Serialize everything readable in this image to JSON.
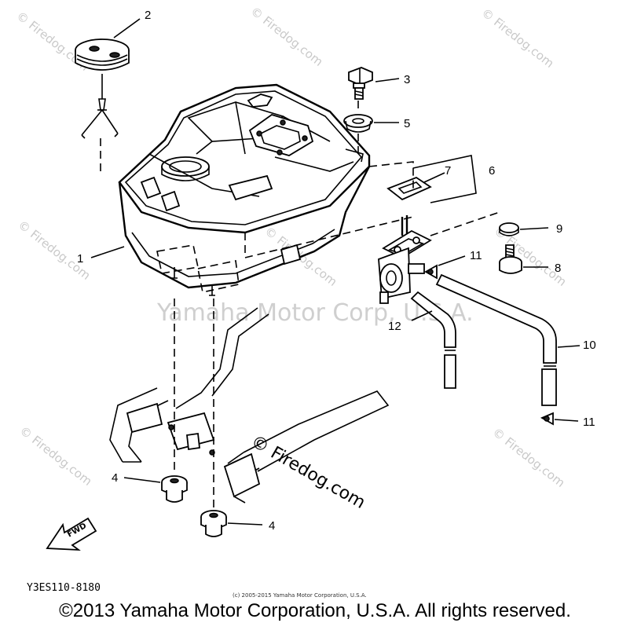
{
  "diagram": {
    "callouts": [
      {
        "id": "c1",
        "text": "1"
      },
      {
        "id": "c2",
        "text": "2"
      },
      {
        "id": "c3",
        "text": "3"
      },
      {
        "id": "c4a",
        "text": "4"
      },
      {
        "id": "c4b",
        "text": "4"
      },
      {
        "id": "c5",
        "text": "5"
      },
      {
        "id": "c6",
        "text": "6"
      },
      {
        "id": "c7",
        "text": "7"
      },
      {
        "id": "c8",
        "text": "8"
      },
      {
        "id": "c9",
        "text": "9"
      },
      {
        "id": "c10",
        "text": "10"
      },
      {
        "id": "c11a",
        "text": "11"
      },
      {
        "id": "c11b",
        "text": "11"
      },
      {
        "id": "c12",
        "text": "12"
      }
    ],
    "fwd_label": "FWD",
    "drawing_code": "Y3ES110-8180",
    "center_watermark": "Yamaha Motor Corp, U.S.A.",
    "firedog_label": "© Firedog.com",
    "small_credit": "(c) 2005-2015 Yamaha Motor Corporation, U.S.A.",
    "tile_watermark": "© Firedog.com"
  },
  "footer": {
    "copyright": "©2013 Yamaha Motor Corporation, U.S.A. All rights reserved."
  }
}
